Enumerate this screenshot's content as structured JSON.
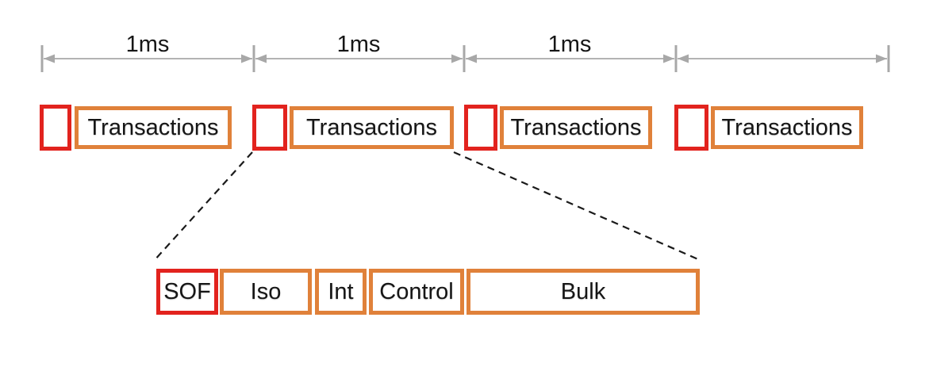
{
  "colors": {
    "frame_border": "#e0813a",
    "sof_border": "#e2231e",
    "dimension_line": "#a8a8a8",
    "dash_line": "#1a1a1a",
    "text": "#161616",
    "background": "#ffffff"
  },
  "timeline": {
    "spans": [
      {
        "label": "1ms"
      },
      {
        "label": "1ms"
      },
      {
        "label": "1ms"
      },
      {
        "label": ""
      }
    ]
  },
  "frames": [
    {
      "label": "Transactions"
    },
    {
      "label": "Transactions"
    },
    {
      "label": "Transactions"
    },
    {
      "label": "Transactions"
    }
  ],
  "detail": {
    "segments": [
      {
        "label": "SOF"
      },
      {
        "label": "Iso"
      },
      {
        "label": "Int"
      },
      {
        "label": "Control"
      },
      {
        "label": "Bulk"
      }
    ]
  }
}
